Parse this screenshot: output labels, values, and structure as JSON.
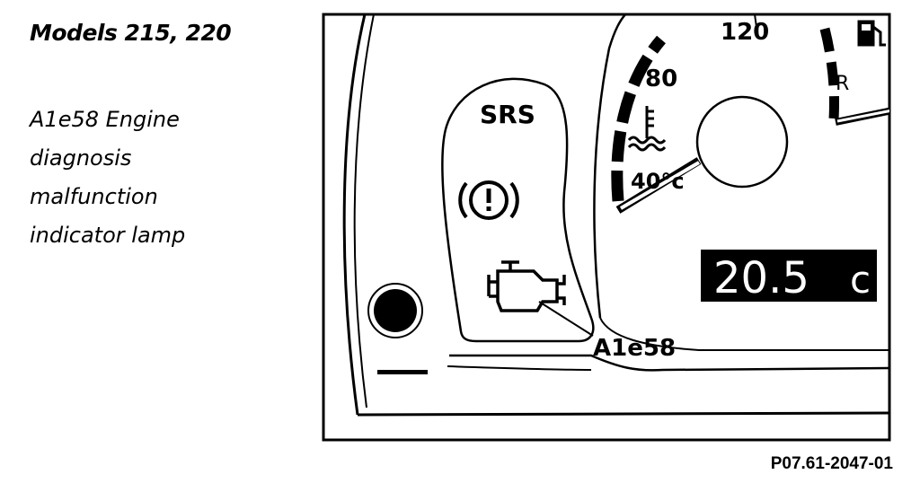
{
  "caption": {
    "models": "Models 215, 220",
    "description_lines": [
      "A1e58 Engine",
      "diagnosis",
      "malfunction",
      "indicator lamp"
    ]
  },
  "figure": {
    "srs_label": "SRS",
    "gauge_labels": [
      "120",
      "80",
      "40°c"
    ],
    "gear_label": "R",
    "display_value": "20.5",
    "display_unit": "c",
    "callout_label": "A1e58",
    "figure_id": "P07.61-2047-01"
  },
  "colors": {
    "ink": "#000000",
    "panel": "#ffffff",
    "display": "#000000"
  },
  "icons": [
    "brake-warning-icon",
    "check-engine-icon",
    "coolant-temperature-icon",
    "fuel-pump-icon"
  ]
}
